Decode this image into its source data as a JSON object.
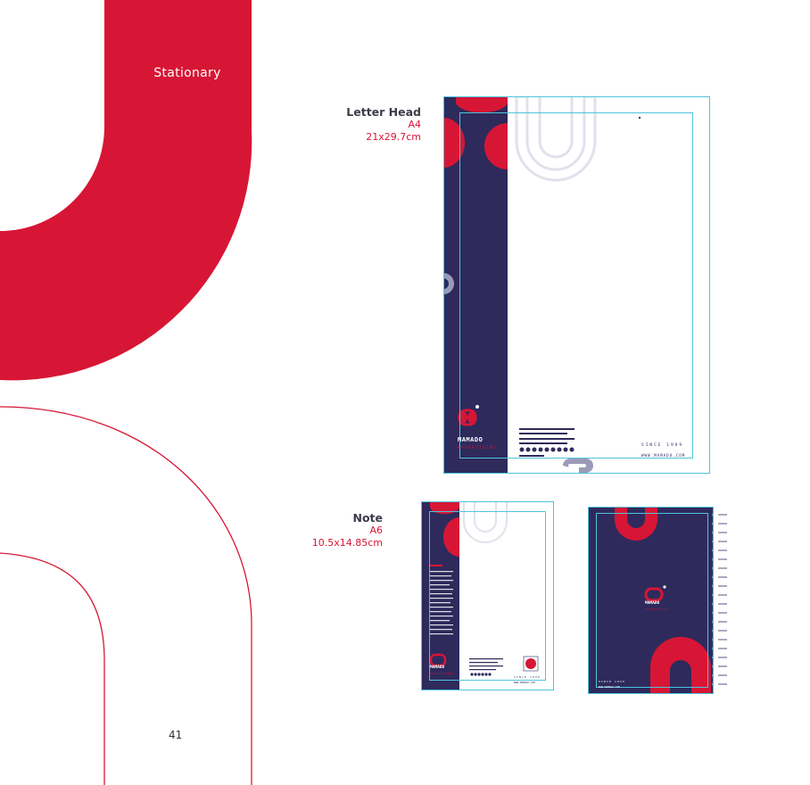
{
  "section": {
    "title": "Stationary"
  },
  "page": {
    "number": "41"
  },
  "items": {
    "letterhead": {
      "title": "Letter Head",
      "size": "A4",
      "dimensions": "21x29.7cm"
    },
    "note": {
      "title": "Note",
      "size": "A6",
      "dimensions": "10.5x14.85cm"
    }
  },
  "mockups": {
    "logo_name": "MAMADO",
    "logo_sub": "ADVERTISING",
    "since": "SINCE 1999",
    "website": "WWW.MAMADO.COM"
  },
  "colors": {
    "brand_red": "#d71635",
    "navy": "#2e2a5c",
    "guide": "#4fc3dc",
    "arc_grey": "#e1e1ec"
  }
}
